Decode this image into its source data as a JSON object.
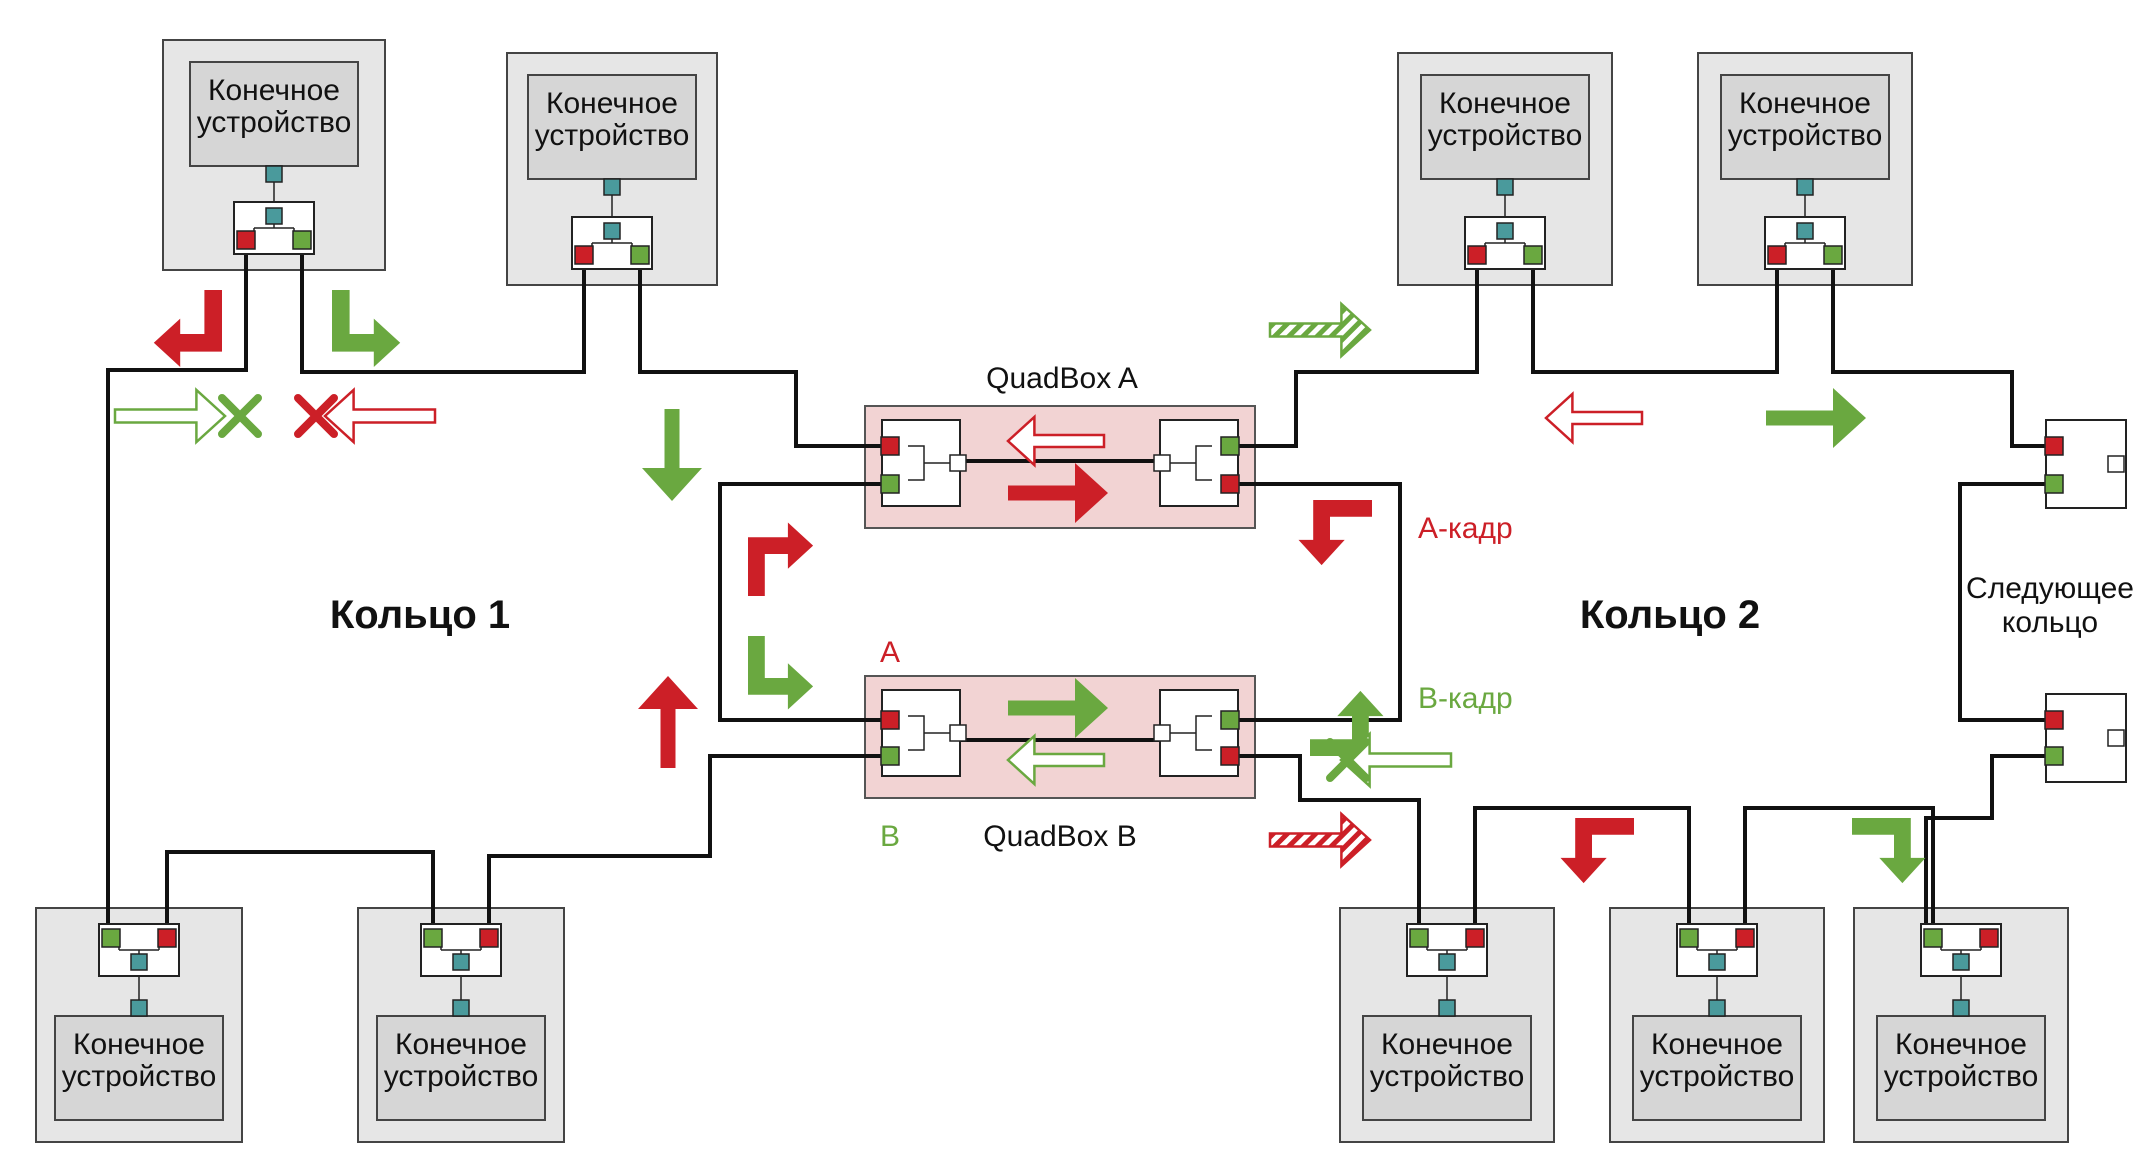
{
  "devices": [
    {
      "id": "d1",
      "label": [
        "Конечное",
        "устройство"
      ]
    },
    {
      "id": "d2",
      "label": [
        "Конечное",
        "устройство"
      ]
    },
    {
      "id": "d3",
      "label": [
        "Конечное",
        "устройство"
      ]
    },
    {
      "id": "d4",
      "label": [
        "Конечное",
        "устройство"
      ]
    },
    {
      "id": "d5",
      "label": [
        "Конечное",
        "устройство"
      ]
    },
    {
      "id": "d6",
      "label": [
        "Конечное",
        "устройство"
      ]
    },
    {
      "id": "d7",
      "label": [
        "Конечное",
        "устройство"
      ]
    },
    {
      "id": "d8",
      "label": [
        "Конечное",
        "устройство"
      ]
    },
    {
      "id": "d9",
      "label": [
        "Конечное",
        "устройство"
      ]
    }
  ],
  "labels": {
    "ring1": "Кольцо 1",
    "ring2": "Кольцо 2",
    "quadbox_a": "QuadBox A",
    "quadbox_b": "QuadBox B",
    "a_frame": "А-кадр",
    "b_frame": "В-кадр",
    "port_a": "A",
    "port_b": "B",
    "next_ring": [
      "Следующее",
      "кольцо"
    ]
  },
  "colors": {
    "red": "#cc1f27",
    "green": "#6aa840",
    "teal": "#4a9a9c",
    "device_bg": "#e6e6e6",
    "device_inner": "#d6d6d6",
    "quadbox_bg": "#f2d3d3"
  }
}
